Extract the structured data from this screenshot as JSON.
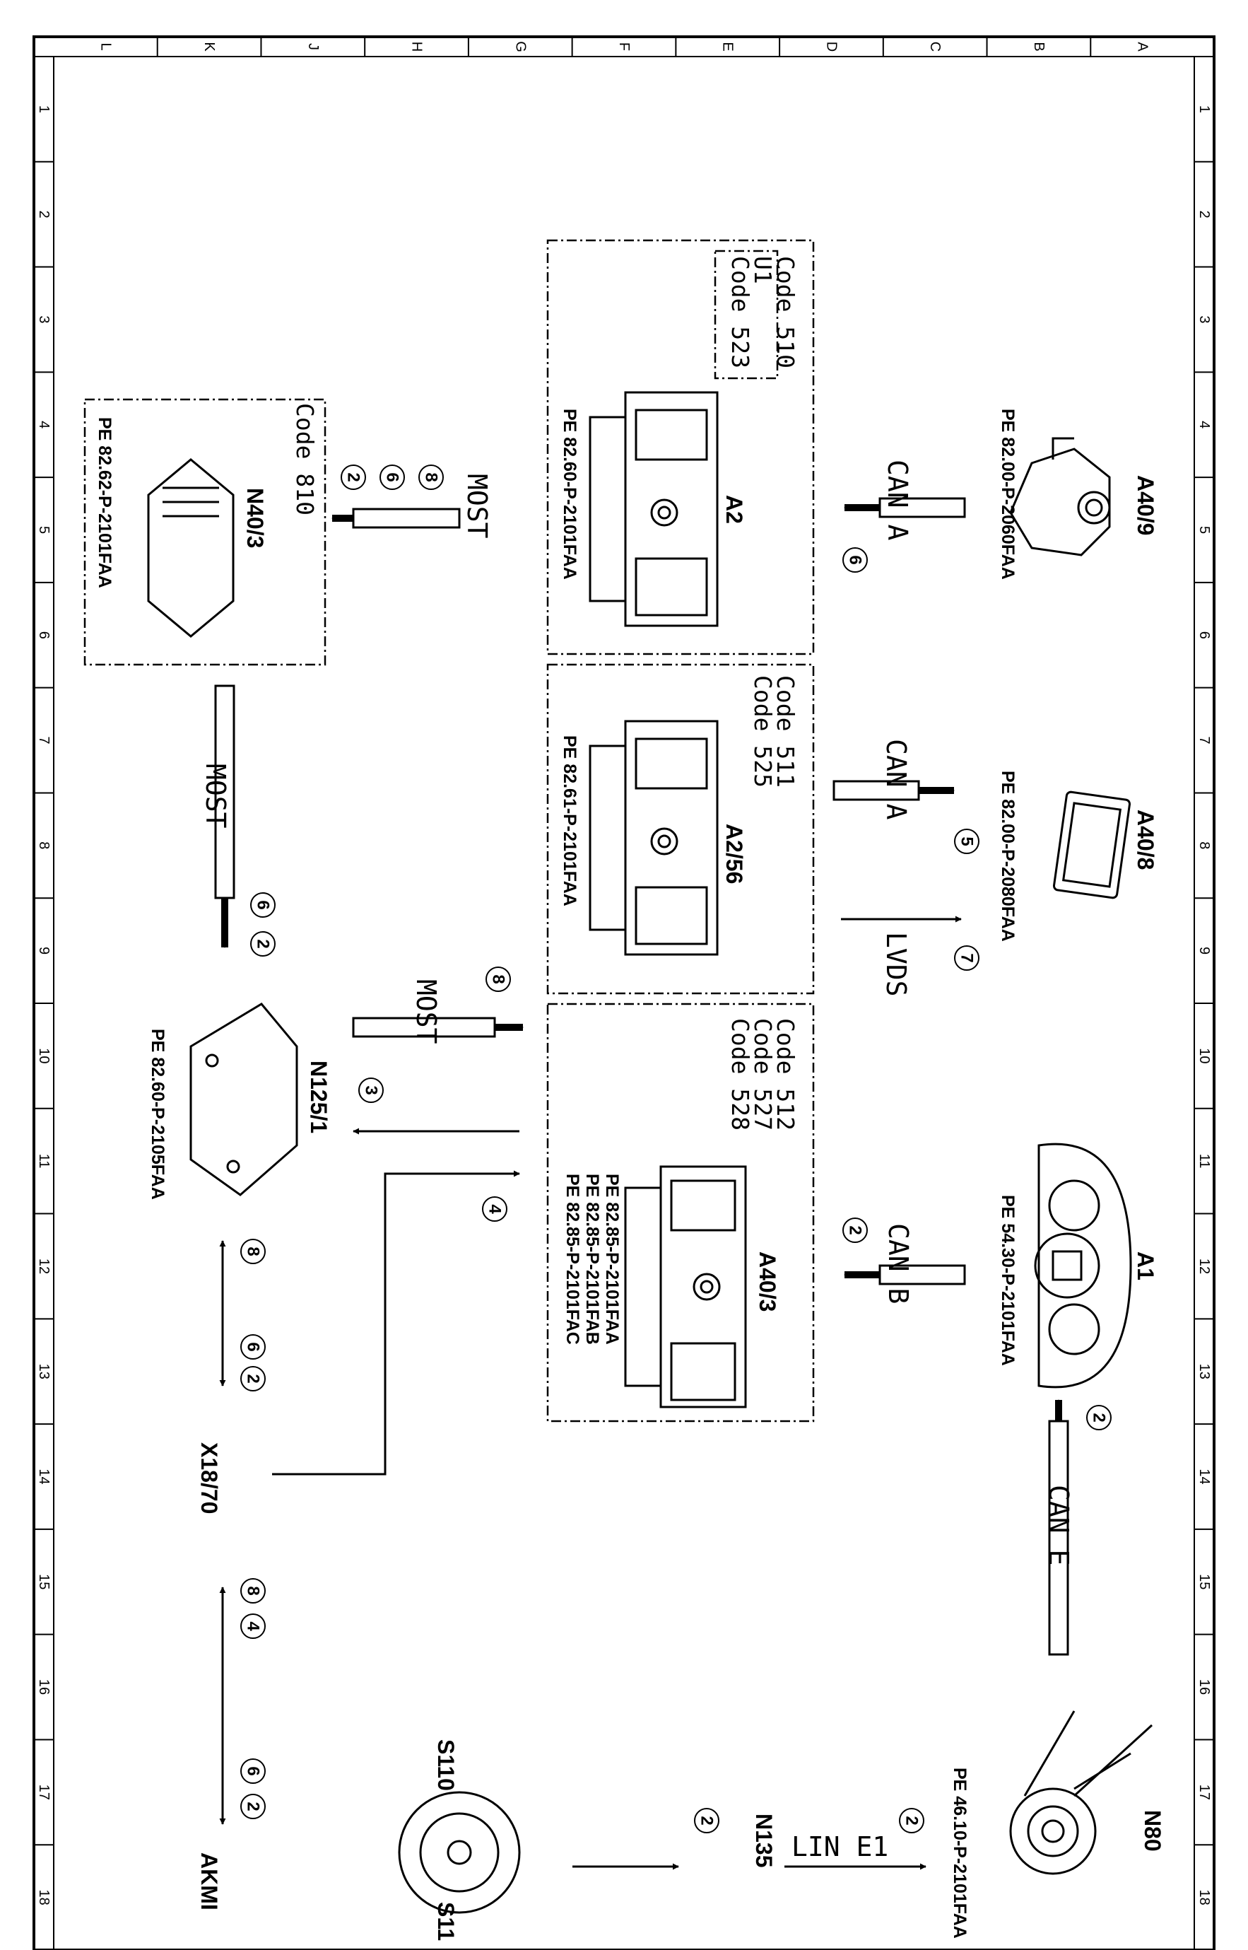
{
  "grid": {
    "columns": [
      "L",
      "K",
      "J",
      "H",
      "G",
      "F",
      "E",
      "D",
      "C",
      "B",
      "A"
    ],
    "rows": [
      "1",
      "2",
      "3",
      "4",
      "5",
      "6",
      "7",
      "8",
      "9",
      "10",
      "11",
      "12",
      "13",
      "14",
      "15",
      "16",
      "17",
      "18"
    ]
  },
  "components": {
    "a40_9": {
      "name": "A40/9",
      "pe": "PE 82.00-P-2060FAA"
    },
    "a2": {
      "name": "A2",
      "codes": [
        "Code 510",
        "U1",
        "Code 523"
      ],
      "pe": "PE 82.60-P-2101FAA"
    },
    "a40_8": {
      "name": "A40/8",
      "pe": "PE 82.00-P-2080FAA"
    },
    "a2_56": {
      "name": "A2/56",
      "codes": [
        "Code 511",
        "Code 525"
      ],
      "pe": "PE 82.61-P-2101FAA"
    },
    "a1": {
      "name": "A1",
      "pe": "PE 54.30-P-2101FAA"
    },
    "a40_3": {
      "name": "A40/3",
      "codes": [
        "Code 512",
        "Code 527",
        "Code 528"
      ],
      "pe": [
        "PE 82.85-P-2101FAA",
        "PE 82.85-P-2101FAB",
        "PE 82.85-P-2101FAC"
      ]
    },
    "n40_3": {
      "name": "N40/3",
      "code": "Code 810",
      "pe": "PE 82.62-P-2101FAA"
    },
    "n125_1": {
      "name": "N125/1",
      "pe": "PE 82.60-P-2105FAA"
    },
    "x18_70": {
      "name": "X18/70"
    },
    "akmi": {
      "name": "AKMI"
    },
    "n80": {
      "name": "N80",
      "pe": "PE 46.10-P-2101FAA"
    },
    "n135": {
      "name": "N135"
    },
    "s110": {
      "name": "S110"
    },
    "s111": {
      "name": "S11"
    }
  },
  "buses": {
    "can_a_1": "CAN A",
    "can_a_2": "CAN A",
    "can_b": "CAN B",
    "can_e": "CAN E",
    "most_1": "MOST",
    "most_2": "MOST",
    "most_3": "MOST",
    "lvds": "LVDS",
    "lin": "LIN E1"
  },
  "markers": {
    "m_a2_can": "6",
    "m_a40_8_can": "5",
    "m_lvds": "7",
    "m_a40_3_can": "2",
    "m_can_e": "2",
    "m_most_n40_a": "8",
    "m_most_n40_b": "6",
    "m_most_n40_c": "2",
    "m_most_down_a": "6",
    "m_most_down_b": "2",
    "m_most_n125": "8",
    "m_n125_arrow": "3",
    "m_x18_arrow": "4",
    "m_left_a": "8",
    "m_left_b": "6",
    "m_left_c": "2",
    "m_akmi_a": "8",
    "m_akmi_b": "4",
    "m_akmi_c": "6",
    "m_akmi_d": "2",
    "m_n135": "2",
    "m_lin": "2"
  }
}
